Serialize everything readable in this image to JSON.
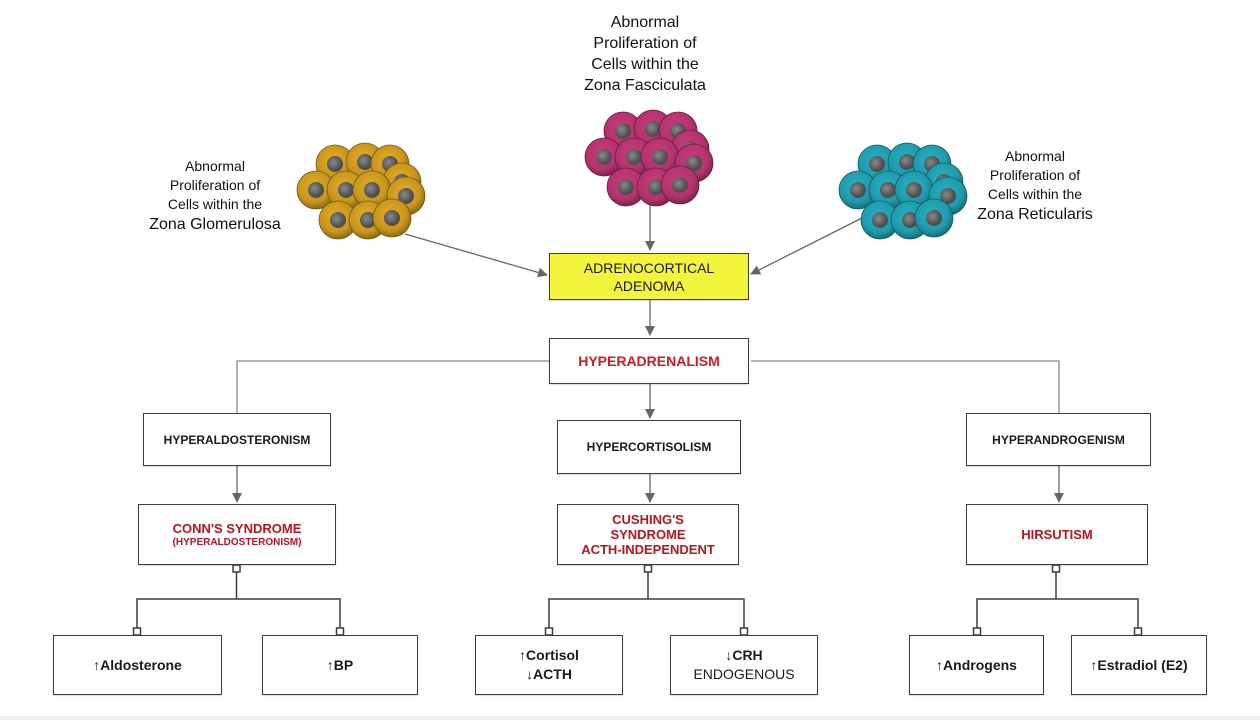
{
  "title": "Adrenocortical Adenoma - Hyperadrenalism Flowchart",
  "colors": {
    "glomerulosa": "#c8961e",
    "fasciculata": "#b2336e",
    "reticularis": "#1f9bab",
    "nucleus": "#6a6a6a",
    "highlight_box": "#f2f53c",
    "syndrome_red": "#c0121e",
    "line": "#555555"
  },
  "zones": {
    "glomerulosa": {
      "lines": [
        "Abnormal",
        "Proliferation of",
        "Cells within the"
      ],
      "name": "Zona Glomerulosa",
      "icon": "cell-cluster-icon"
    },
    "fasciculata": {
      "lines": [
        "Abnormal",
        "Proliferation of",
        "Cells within the"
      ],
      "name": "Zona Fasciculata",
      "icon": "cell-cluster-icon"
    },
    "reticularis": {
      "lines": [
        "Abnormal",
        "Proliferation of",
        "Cells within the"
      ],
      "name": "Zona Reticularis",
      "icon": "cell-cluster-icon"
    }
  },
  "center": {
    "adenoma": [
      "ADRENOCORTICAL",
      "ADENOMA"
    ],
    "hyperadrenalism": "HYPERADRENALISM"
  },
  "branches": [
    {
      "condition": "HYPERALDOSTERONISM",
      "syndrome": [
        "CONN'S SYNDROME"
      ],
      "syndrome_sub": "(HYPERALDOSTERONISM)",
      "effects": [
        {
          "lines": [
            "↑Aldosterone"
          ],
          "normal": []
        },
        {
          "lines": [
            "↑BP"
          ],
          "normal": []
        }
      ]
    },
    {
      "condition": "HYPERCORTISOLISM",
      "syndrome": [
        "CUSHING'S",
        "SYNDROME",
        "ACTH-INDEPENDENT"
      ],
      "syndrome_sub": "",
      "effects": [
        {
          "lines": [
            "↑Cortisol",
            "↓ACTH"
          ],
          "normal": []
        },
        {
          "lines": [
            "↓CRH"
          ],
          "normal": [
            "ENDOGENOUS"
          ]
        }
      ]
    },
    {
      "condition": "HYPERANDROGENISM",
      "syndrome": [
        "HIRSUTISM"
      ],
      "syndrome_sub": "",
      "effects": [
        {
          "lines": [
            "↑Androgens"
          ],
          "normal": []
        },
        {
          "lines": [
            "↑Estradiol (E2)"
          ],
          "normal": []
        }
      ]
    }
  ]
}
